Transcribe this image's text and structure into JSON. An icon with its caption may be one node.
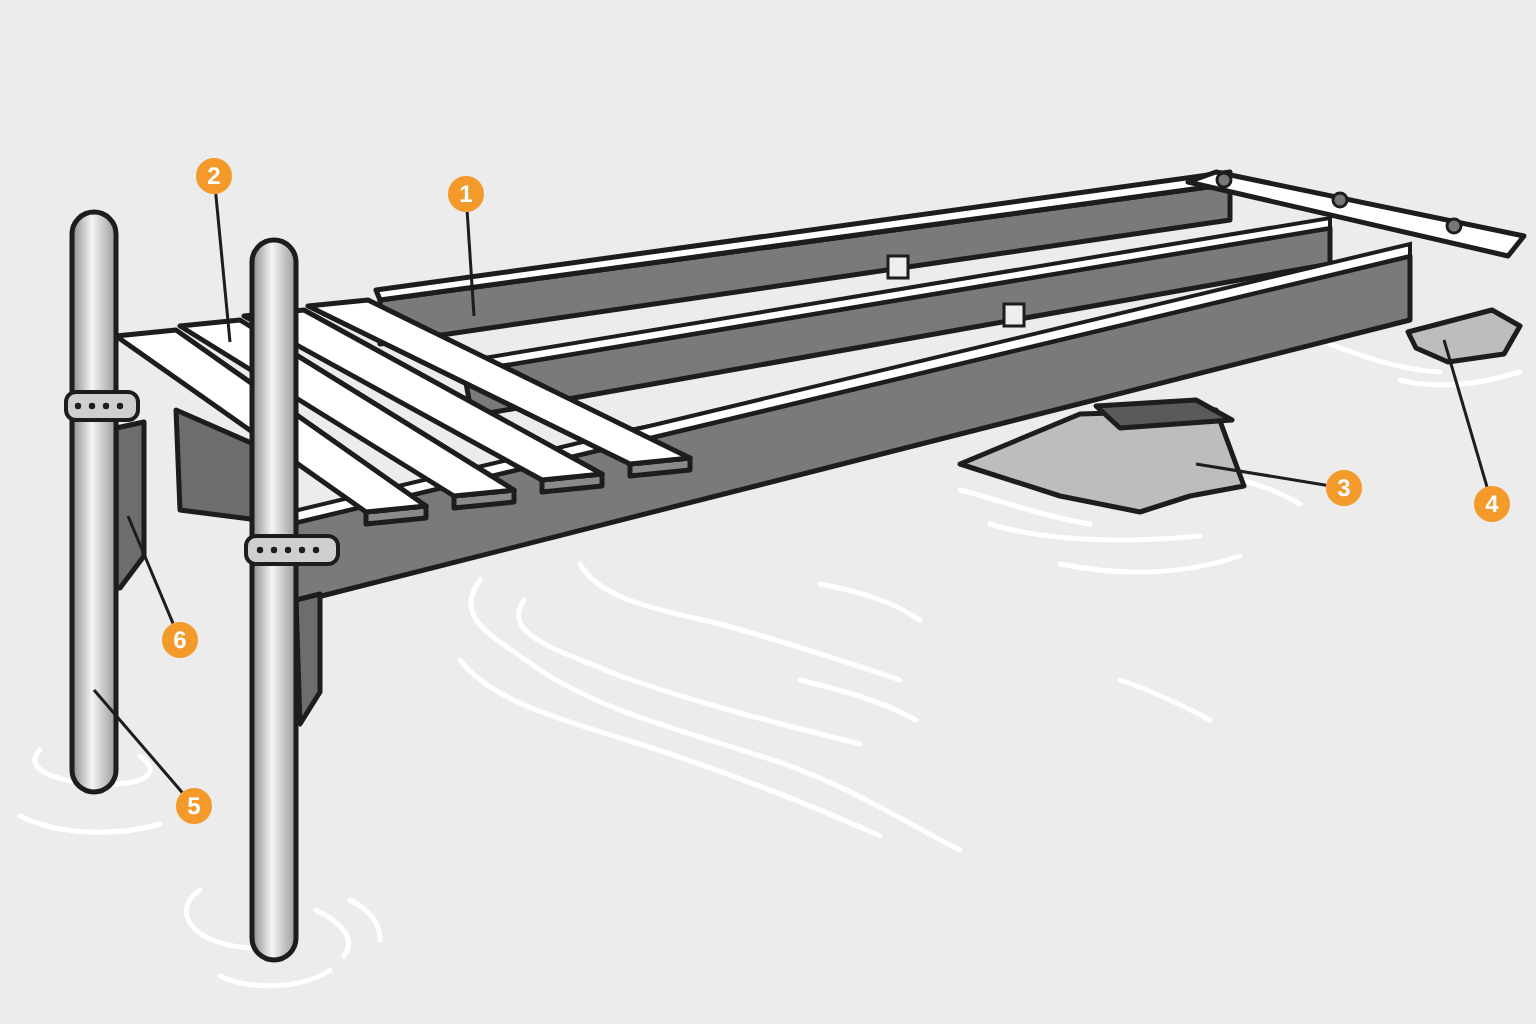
{
  "diagram": {
    "nodes": [
      {
        "text": [
          "1"
        ]
      },
      {
        "text": [
          "2"
        ]
      },
      {
        "text": [
          "3"
        ]
      },
      {
        "text": [
          "4"
        ]
      },
      {
        "text": [
          "5"
        ]
      },
      {
        "text": [
          "6"
        ]
      },
      {
        "text": [],
        "shape": "bar"
      },
      {
        "text": [],
        "shape": "bar"
      },
      {
        "text": [],
        "shape": "box"
      },
      {
        "text": [],
        "shape": "box"
      },
      {
        "text": [],
        "shape": "cylinder"
      },
      {
        "text": [],
        "shape": "bar"
      },
      {
        "text": [],
        "shape": "cylinder"
      }
    ],
    "edges": [
      {
        "from": 0,
        "to": 6,
        "arrow": "none"
      },
      {
        "from": 1,
        "to": 7,
        "arrow": "none"
      },
      {
        "from": 2,
        "to": 8,
        "arrow": "none"
      },
      {
        "from": 3,
        "to": 9,
        "arrow": "none"
      },
      {
        "from": 4,
        "to": 10,
        "arrow": "none"
      },
      {
        "from": 5,
        "to": 11,
        "arrow": "none"
      }
    ]
  }
}
